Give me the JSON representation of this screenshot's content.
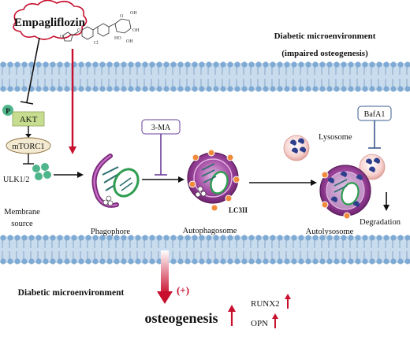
{
  "drug": {
    "name": "Empagliflozin"
  },
  "environment": {
    "top_title": "Diabetic microenvironment",
    "top_subtitle": "(impaired osteogenesis)",
    "bottom_title": "Diabetic microenvironment"
  },
  "pathway": {
    "p_label": "P",
    "akt": "AKT",
    "mtorc1": "mTORC1",
    "ulk": "ULK1/2",
    "membrane_source": [
      "Membrane",
      "source"
    ]
  },
  "inhibitors": {
    "three_ma": "3-MA",
    "bafa1": "BafA1"
  },
  "stages": {
    "phagophore": "Phagophore",
    "autophagosome": "Autophagosome",
    "lc3": "LC3II",
    "lysosome": "Lysosome",
    "autolysosome": "Autolysosome",
    "degradation": "Degradation"
  },
  "outcome": {
    "plus": "(+)",
    "osteogenesis": "osteogenesis",
    "markers": [
      "RUNX2",
      "OPN"
    ]
  },
  "colors": {
    "membrane_band": "#c9dcee",
    "lipid_head": "#7eaad4",
    "accent_red": "#c8102e",
    "inhibit_purple": "#6a3d9a",
    "inhibit_blue": "#3b5c8f",
    "box_green": "#c6dd8f",
    "mtorc_fill": "#f3ead1",
    "ulk_green": "#4fb58a",
    "vesicle_purple": "#8a2f8c",
    "lysosome_blue": "#2c3e8c"
  }
}
